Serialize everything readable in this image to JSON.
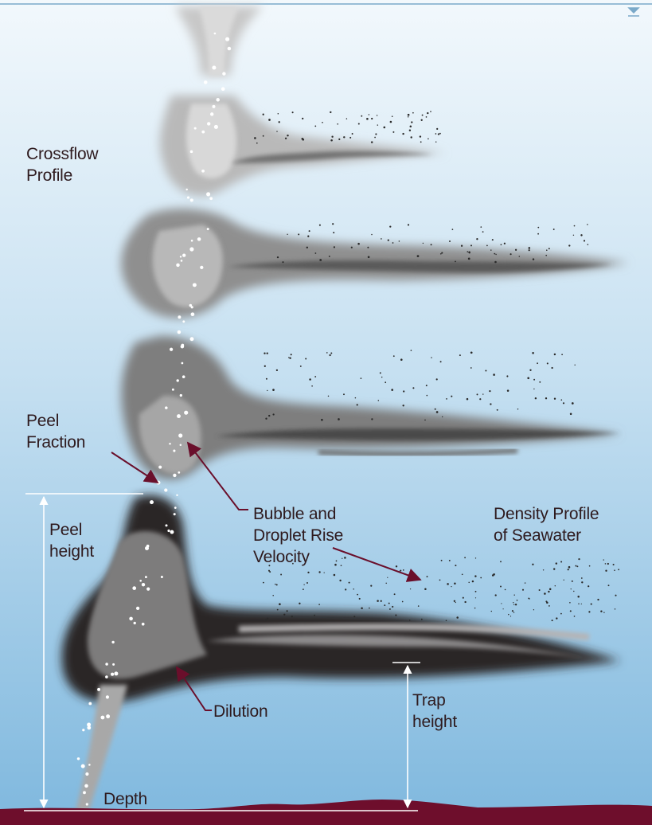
{
  "labels": {
    "crossflow_profile": [
      "Crossflow",
      "Profile"
    ],
    "peel_fraction": [
      "Peel",
      "Fraction"
    ],
    "bubble_droplet": [
      "Bubble and",
      "Droplet Rise",
      "Velocity"
    ],
    "density_profile": [
      "Density Profile",
      "of Seawater"
    ],
    "peel_height": [
      "Peel",
      "height"
    ],
    "dilution": "Dilution",
    "trap_height": [
      "Trap",
      "height"
    ],
    "depth": "Depth"
  },
  "colors": {
    "water_top": "#f2f8fc",
    "water_bottom": "#7fb8de",
    "seabed": "#6e0e2c",
    "arrow": "#6a0f2b",
    "label_text": "#2e1a1e",
    "plume_light": "#b4b4b4",
    "plume_dark": "#1e1a1c",
    "marker_line": "#ffffff"
  }
}
